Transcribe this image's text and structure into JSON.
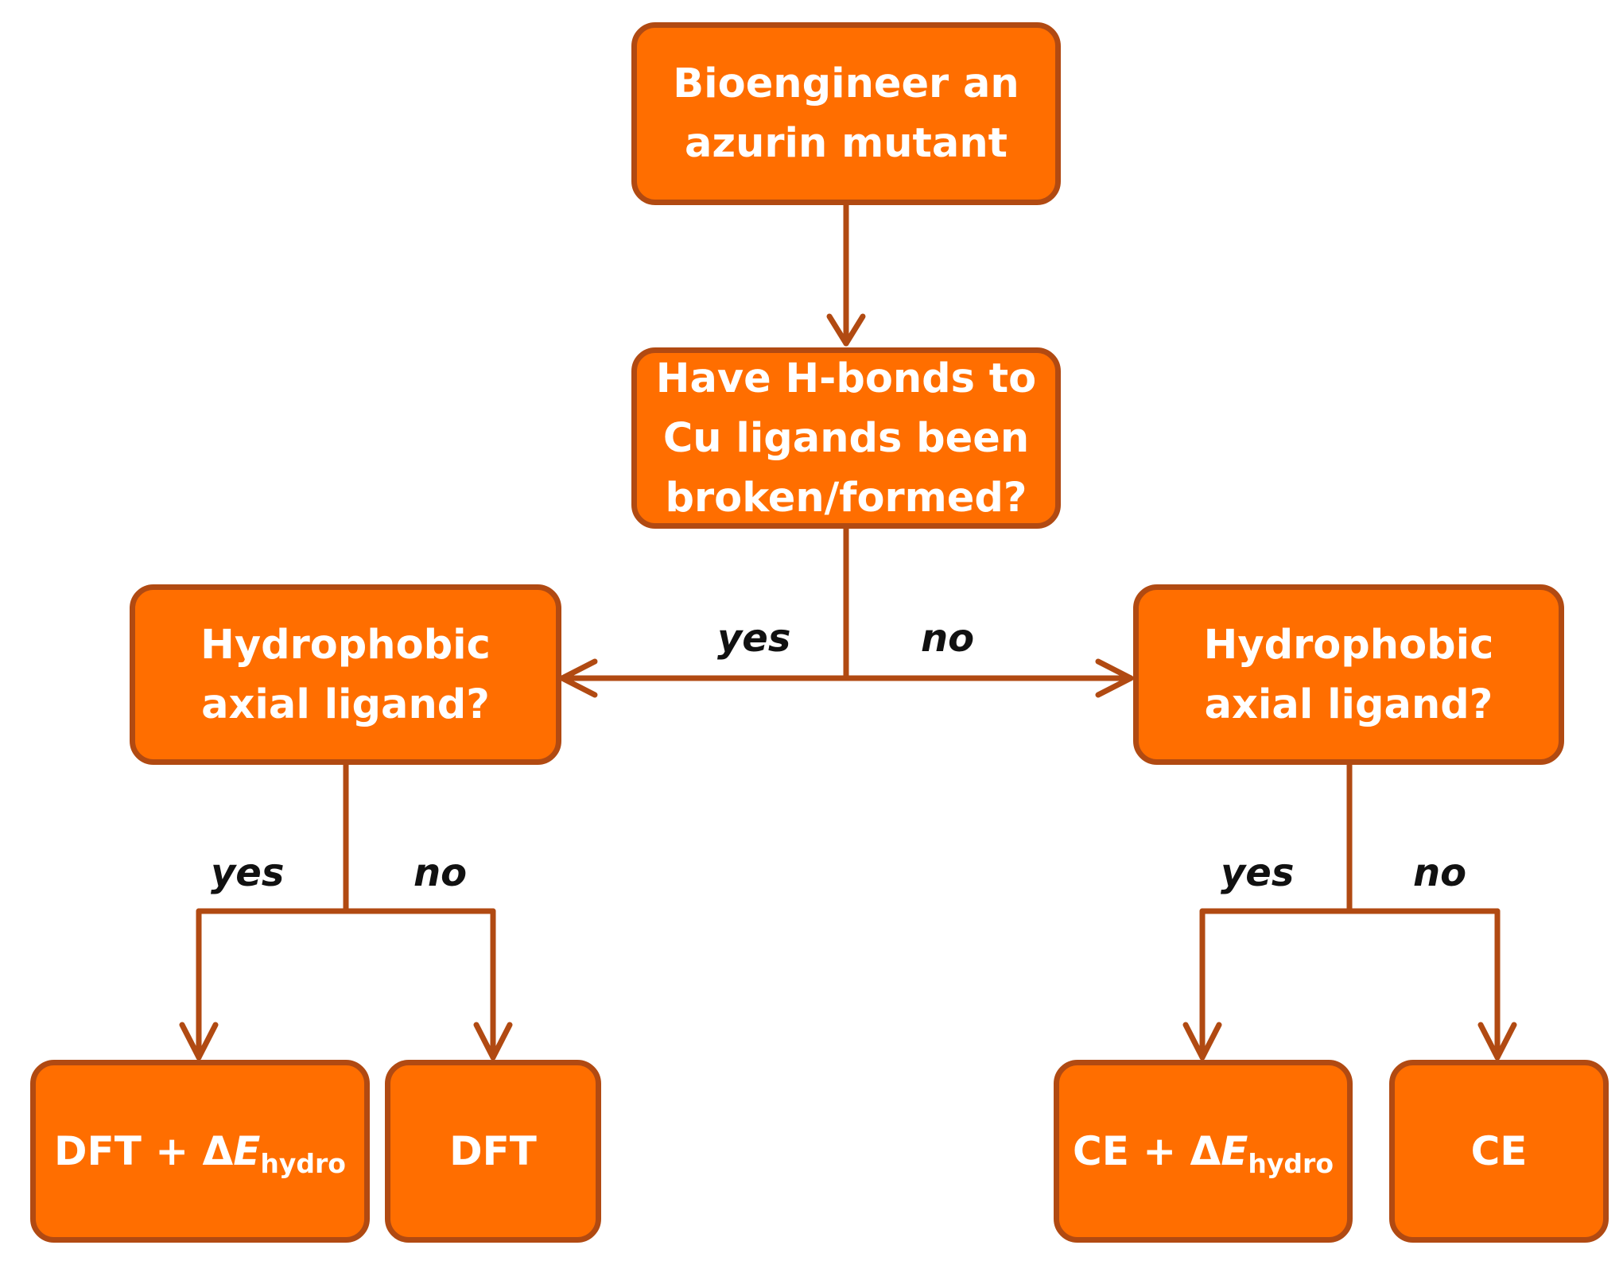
{
  "colors": {
    "box_fill": "#ff6e00",
    "box_border": "#b14a12",
    "connector": "#b14a12",
    "box_text": "#ffffff",
    "label_text": "#111111"
  },
  "nodes": {
    "start": {
      "lines": [
        "Bioengineer  an",
        "azurin mutant"
      ]
    },
    "question_hbonds": {
      "lines": [
        "Have H-bonds to",
        "Cu ligands been",
        "broken/formed?"
      ]
    },
    "question_left": {
      "lines": [
        "Hydrophobic",
        "axial ligand?"
      ]
    },
    "question_right": {
      "lines": [
        "Hydrophobic",
        "axial ligand?"
      ]
    },
    "result_dft_hydro": {
      "prefix": "DFT + Δ",
      "var": "E",
      "sub": "hydro"
    },
    "result_dft": {
      "text": "DFT"
    },
    "result_ce_hydro": {
      "prefix": "CE + Δ",
      "var": "E",
      "sub": "hydro"
    },
    "result_ce": {
      "text": "CE"
    }
  },
  "edge_labels": {
    "top_yes": "yes",
    "top_no": "no",
    "left_yes": "yes",
    "left_no": "no",
    "right_yes": "yes",
    "right_no": "no"
  }
}
